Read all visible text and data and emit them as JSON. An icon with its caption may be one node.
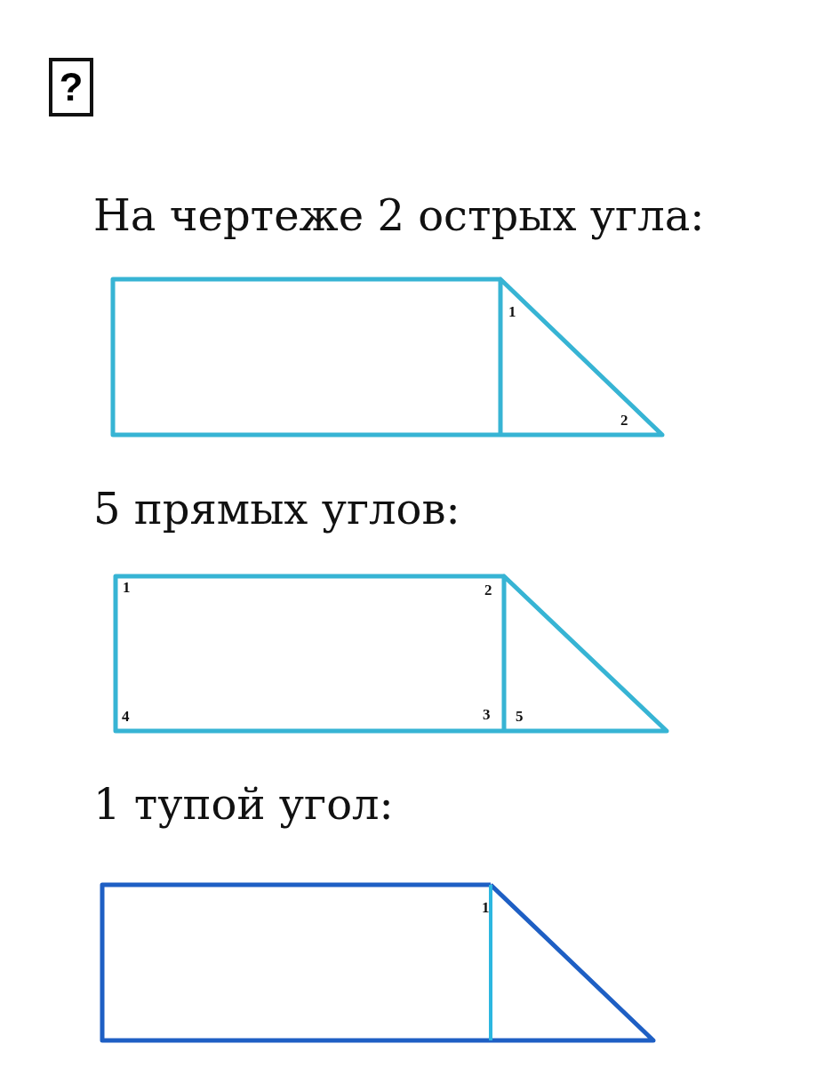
{
  "diagram": {
    "labels": [
      "?",
      "На чертеже 2 острых угла:",
      "1",
      "2",
      "5 прямых углов:",
      "1",
      "2",
      "4",
      "3",
      "5",
      "1 тупой угол:",
      "1"
    ]
  }
}
